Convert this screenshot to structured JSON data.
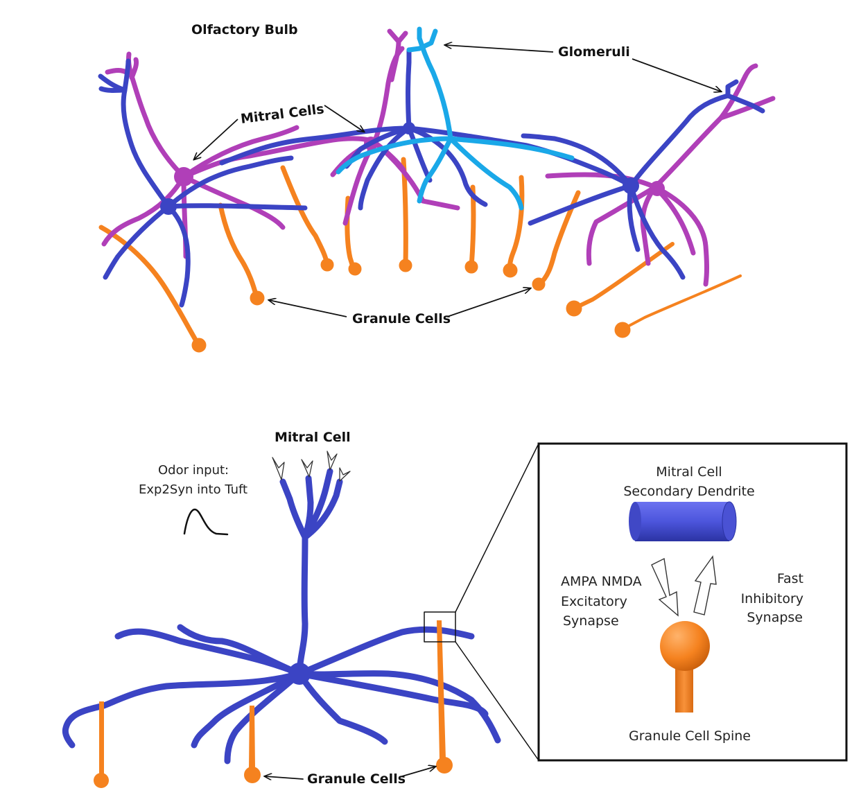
{
  "top": {
    "title": "Olfactory Bulb",
    "labels": {
      "glomeruli": "Glomeruli",
      "mitral_cells": "Mitral Cells",
      "granule_cells": "Granule Cells"
    }
  },
  "bottom": {
    "title": "Mitral Cell",
    "odor_input": {
      "line1": "Odor input:",
      "line2": "Exp2Syn into Tuft"
    },
    "granule_cells": "Granule Cells",
    "inset": {
      "dendrite_line1": "Mitral Cell",
      "dendrite_line2": "Secondary Dendrite",
      "excitatory_line1": "AMPA NMDA",
      "excitatory_line2": "Excitatory",
      "excitatory_line3": "Synapse",
      "inhibitory_line1": "Fast",
      "inhibitory_line2": "Inhibitory",
      "inhibitory_line3": "Synapse",
      "spine": "Granule Cell Spine"
    }
  },
  "colors": {
    "mitral_blue": "#3b44c4",
    "mitral_purple": "#b03fb8",
    "mitral_cyan": "#1aa8e8",
    "granule_orange": "#f5821f"
  }
}
